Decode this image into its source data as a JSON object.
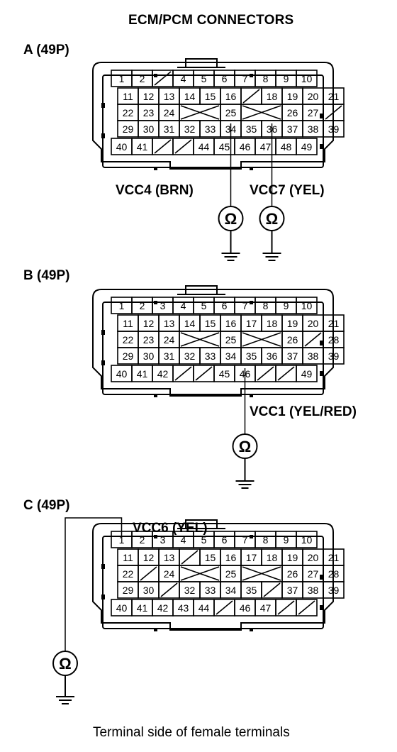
{
  "title": "ECM/PCM CONNECTORS",
  "caption": "Terminal side of female terminals",
  "connectors": [
    {
      "label": "A (49P)",
      "rows": [
        [
          "1",
          "2",
          "/",
          "4",
          "5",
          "6",
          "7",
          "8",
          "9",
          "10"
        ],
        [
          "11",
          "12",
          "13",
          "14",
          "15",
          "16",
          "/",
          "18",
          "19",
          "20",
          "21"
        ],
        [
          "22",
          "23",
          "24",
          "X",
          "25",
          "X",
          "26",
          "27",
          "/"
        ],
        [
          "29",
          "30",
          "31",
          "32",
          "33",
          "34",
          "35",
          "36",
          "37",
          "38",
          "39"
        ],
        [
          "40",
          "41",
          "/",
          "/",
          "44",
          "45",
          "46",
          "47",
          "48",
          "49"
        ]
      ],
      "signals": [
        {
          "label": "VCC4 (BRN)",
          "terminal": "34"
        },
        {
          "label": "VCC7 (YEL)",
          "terminal": "36"
        }
      ]
    },
    {
      "label": "B (49P)",
      "rows": [
        [
          "1",
          "2",
          "3",
          "4",
          "5",
          "6",
          "7",
          "8",
          "9",
          "10"
        ],
        [
          "11",
          "12",
          "13",
          "14",
          "15",
          "16",
          "17",
          "18",
          "19",
          "20",
          "21"
        ],
        [
          "22",
          "23",
          "24",
          "X",
          "25",
          "X",
          "26",
          "/",
          "28"
        ],
        [
          "29",
          "30",
          "31",
          "32",
          "33",
          "34",
          "35",
          "36",
          "37",
          "38",
          "39"
        ],
        [
          "40",
          "41",
          "42",
          "/",
          "/",
          "45",
          "46",
          "/",
          "/",
          "49"
        ]
      ],
      "signals": [
        {
          "label": "VCC1 (YEL/RED)",
          "terminal": "46"
        }
      ]
    },
    {
      "label": "C (49P)",
      "rows": [
        [
          "1",
          "2",
          "3",
          "4",
          "5",
          "6",
          "7",
          "8",
          "9",
          "10"
        ],
        [
          "11",
          "12",
          "13",
          "/",
          "15",
          "16",
          "17",
          "18",
          "19",
          "20",
          "21"
        ],
        [
          "22",
          "/",
          "24",
          "X",
          "25",
          "X",
          "26",
          "27",
          "28"
        ],
        [
          "29",
          "30",
          "/",
          "32",
          "33",
          "34",
          "35",
          "/",
          "37",
          "38",
          "39"
        ],
        [
          "40",
          "41",
          "42",
          "43",
          "44",
          "/",
          "46",
          "47",
          "/",
          "/"
        ]
      ],
      "signals": [
        {
          "label": "VCC6 (YEL)",
          "terminal": "1"
        }
      ]
    }
  ],
  "meter_symbol": "Ω"
}
